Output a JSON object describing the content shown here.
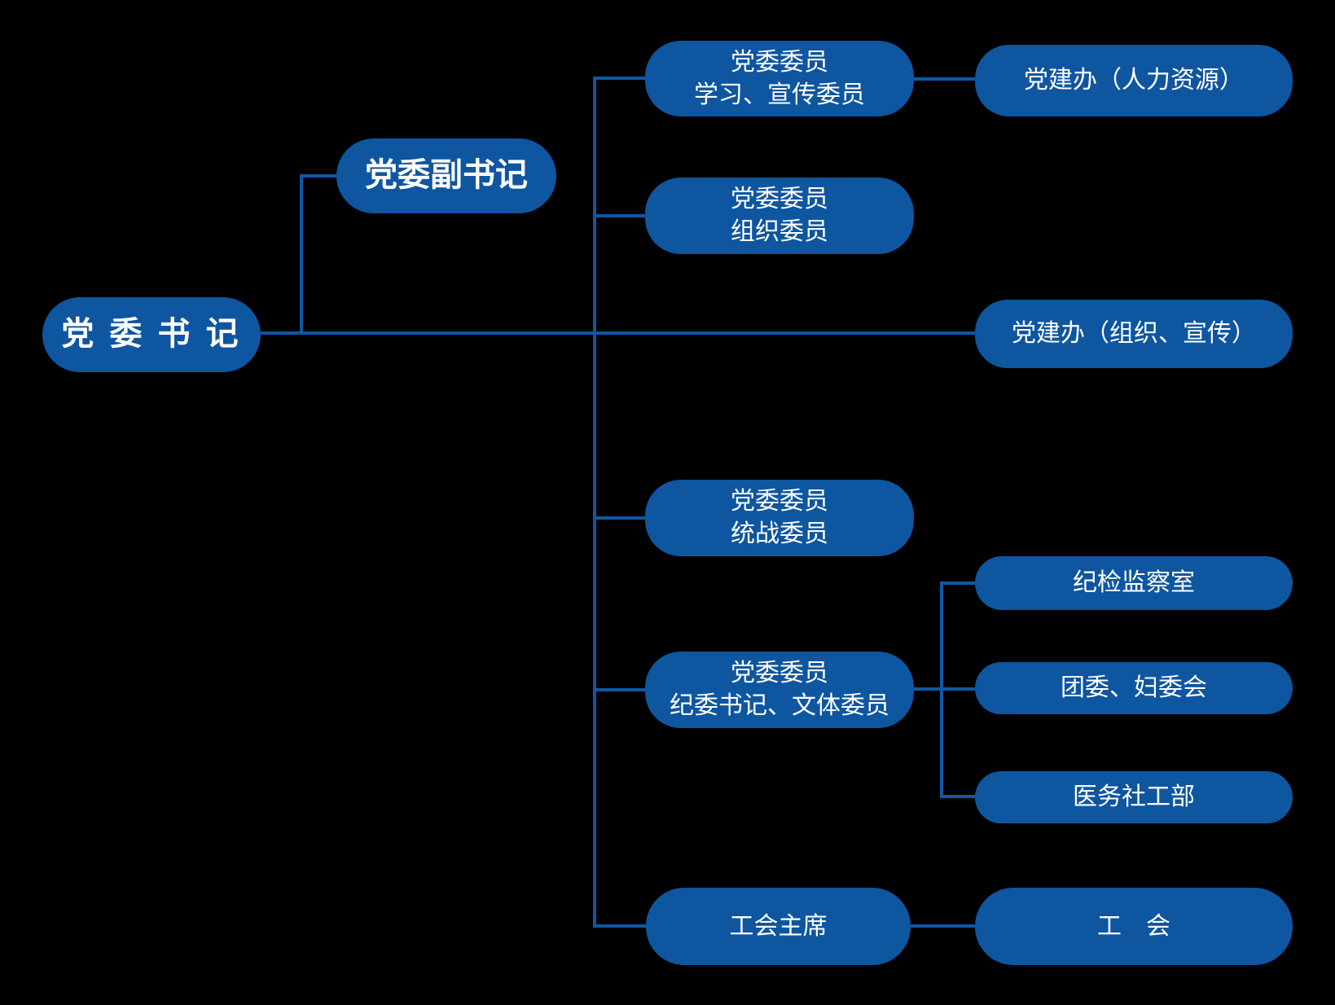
{
  "title": "Party committee organization chart",
  "colors": {
    "background": "#000000",
    "node_fill": "#0E56A0",
    "line": "#1057A5",
    "text": "#FFFFFF"
  },
  "nodes": [
    {
      "id": "party-secretary",
      "line1": "党 委 书 记"
    },
    {
      "id": "deputy-party-secretary",
      "line1": "党委副书记"
    },
    {
      "id": "committee-member-study-publicity",
      "line1": "党委委员",
      "line2": "学习、宣传委员"
    },
    {
      "id": "party-building-office-hr",
      "line1": "党建办（人力资源）"
    },
    {
      "id": "committee-member-organization",
      "line1": "党委委员",
      "line2": "组织委员"
    },
    {
      "id": "party-building-office-org-publicity",
      "line1": "党建办（组织、宣传）"
    },
    {
      "id": "committee-member-united-front",
      "line1": "党委委员",
      "line2": "统战委员"
    },
    {
      "id": "discipline-inspection-office",
      "line1": "纪检监察室"
    },
    {
      "id": "committee-member-discipline-culture",
      "line1": "党委委员",
      "line2": "纪委书记、文体委员"
    },
    {
      "id": "youth-league-women-committee",
      "line1": "团委、妇委会"
    },
    {
      "id": "medical-social-work-dept",
      "line1": "医务社工部"
    },
    {
      "id": "union-chairman",
      "line1": "工会主席"
    },
    {
      "id": "labor-union",
      "line1": "工　会"
    }
  ],
  "edges": [
    {
      "from": "党 委 书 记",
      "to": "党委副书记"
    },
    {
      "from": "党 委 书 记",
      "to": "党委委员 学习、宣传委员"
    },
    {
      "from": "党 委 书 记",
      "to": "党委委员 组织委员"
    },
    {
      "from": "党 委 书 记",
      "to": "党建办（组织、宣传）"
    },
    {
      "from": "党 委 书 记",
      "to": "党委委员 统战委员"
    },
    {
      "from": "党 委 书 记",
      "to": "党委委员 纪委书记、文体委员"
    },
    {
      "from": "党 委 书 记",
      "to": "工会主席"
    },
    {
      "from": "党委委员 学习、宣传委员",
      "to": "党建办（人力资源）"
    },
    {
      "from": "党委委员 纪委书记、文体委员",
      "to": "纪检监察室"
    },
    {
      "from": "党委委员 纪委书记、文体委员",
      "to": "团委、妇委会"
    },
    {
      "from": "党委委员 纪委书记、文体委员",
      "to": "医务社工部"
    },
    {
      "from": "工会主席",
      "to": "工　会"
    }
  ]
}
